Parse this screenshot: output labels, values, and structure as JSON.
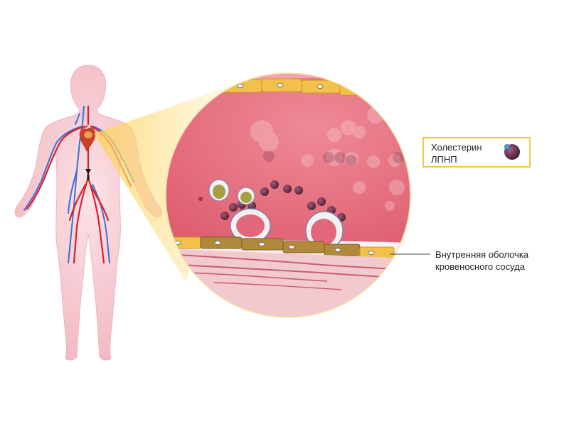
{
  "legend": {
    "line1": "Холестерин",
    "line2": "ЛПНП",
    "icon": "ldl-cholesterol-particle-icon"
  },
  "annotation": {
    "line1": "Внутренняя оболочка",
    "line2": "кровеносного сосуда"
  },
  "colors": {
    "body": "#f5c6cd",
    "lumen": "#e8707e",
    "endothelium": "#f2c14a",
    "artery": "#d9202c",
    "vein": "#3f6fd0",
    "ldl": "#6b2f4a",
    "plaque": "#e0687a"
  }
}
